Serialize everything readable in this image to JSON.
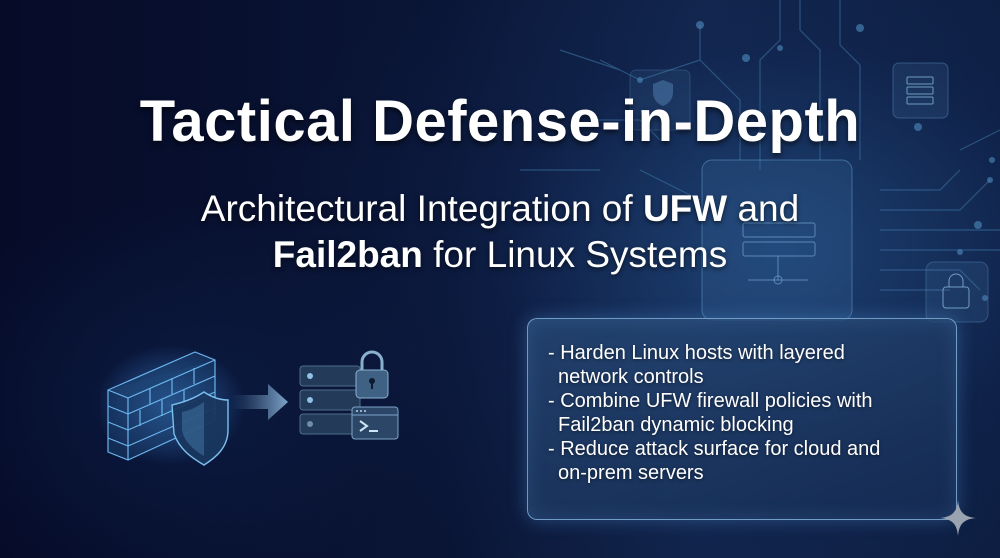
{
  "title": "Tactical Defense-in-Depth",
  "subtitle": {
    "line1_prefix": "Architectural Integration of ",
    "line1_bold": "UFW",
    "line1_suffix": " and",
    "line2_bold": "Fail2ban",
    "line2_suffix": " for Linux Systems"
  },
  "bullets": [
    {
      "line1": "- Harden Linux hosts with layered",
      "line2": "network controls"
    },
    {
      "line1": "- Combine UFW firewall policies with",
      "line2": "Fail2ban dynamic blocking"
    },
    {
      "line1": "- Reduce attack surface for cloud and",
      "line2": "on-prem servers"
    }
  ],
  "icons": {
    "firewall": "brick-wall-icon",
    "shield": "shield-icon",
    "arrow": "arrow-right-icon",
    "server": "server-stack-icon",
    "lock": "padlock-icon",
    "terminal": "terminal-icon",
    "sparkle": "sparkle-icon",
    "terminal_prompt": ">_"
  },
  "colors": {
    "background": "#060c2a",
    "accent_glow": "#5aa8e6",
    "card_border": "#8cbee6",
    "text": "#ffffff"
  }
}
